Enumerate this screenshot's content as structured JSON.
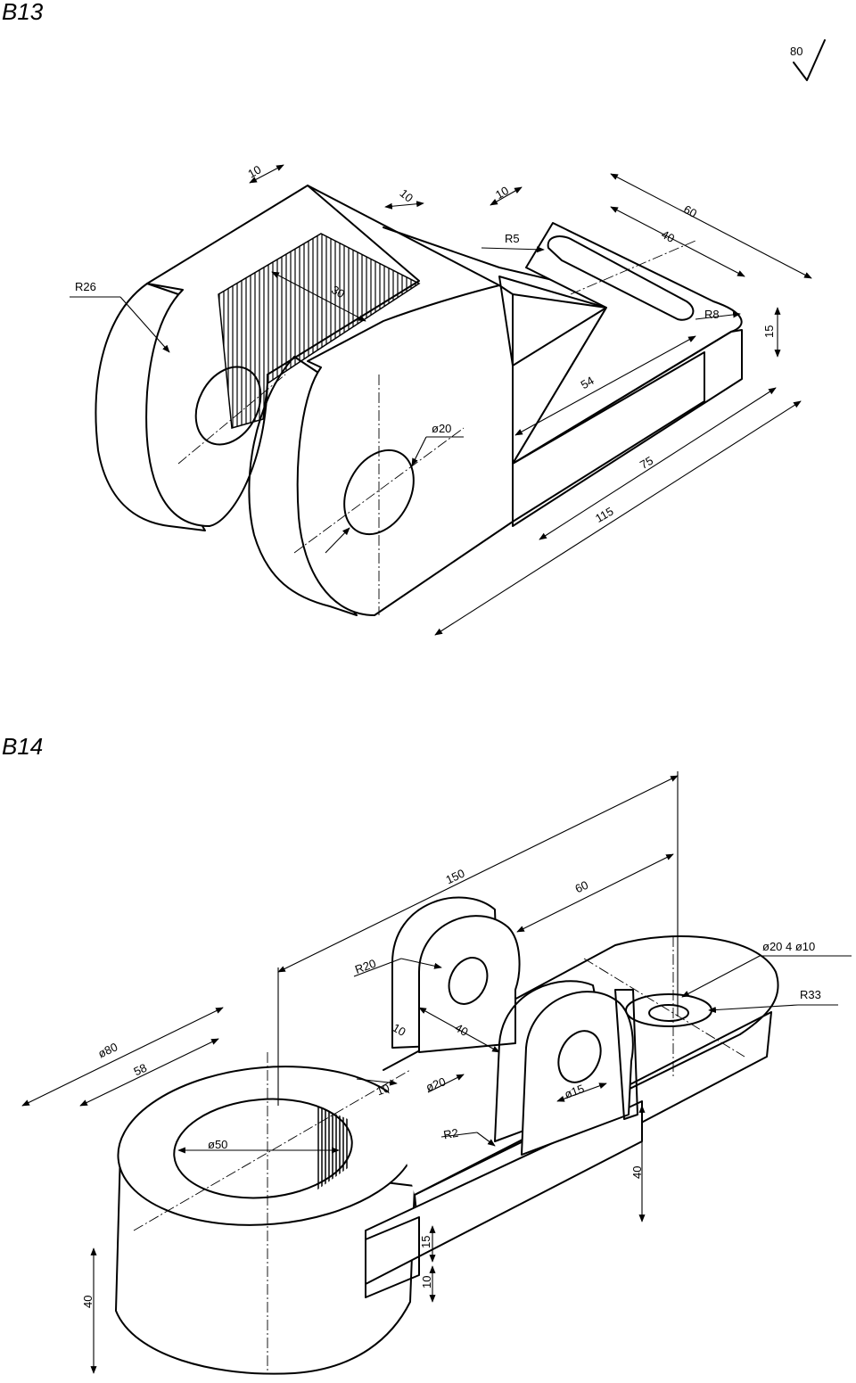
{
  "drawings": [
    {
      "id": "B13",
      "title": "B13",
      "surface_finish": "80",
      "dimensions": [
        "10",
        "10",
        "10",
        "60",
        "40",
        "R5",
        "R8",
        "15",
        "R26",
        "30",
        "54",
        "75",
        "115",
        "ø20"
      ]
    },
    {
      "id": "B14",
      "title": "B14",
      "dimensions": [
        "150",
        "60",
        "ø20  4  ø10",
        "R33",
        "R20",
        "ø80",
        "58",
        "10",
        "40",
        "10",
        "ø20",
        "ø50",
        "ø15",
        "R2",
        "40",
        "15",
        "10",
        "40"
      ]
    }
  ],
  "colors": {
    "ink": "#000000",
    "paper": "#ffffff"
  }
}
